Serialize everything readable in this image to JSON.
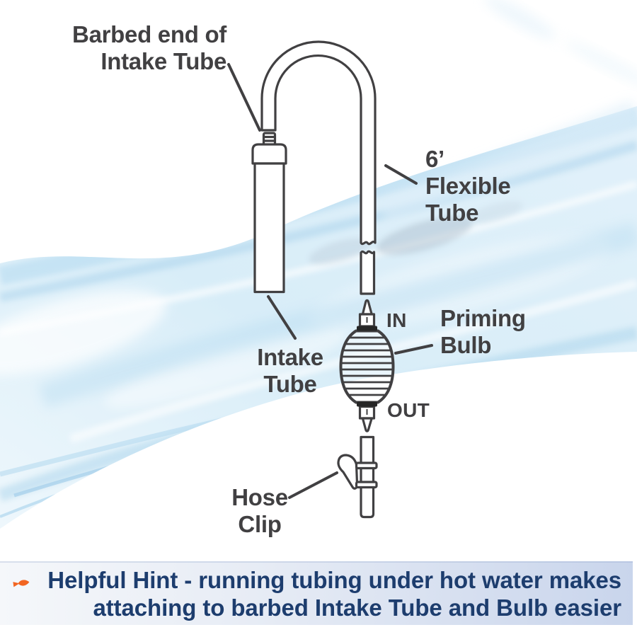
{
  "diagram": {
    "labels": {
      "barbed_end": {
        "line1": "Barbed end of",
        "line2": "Intake Tube"
      },
      "flexible_tube": {
        "line1": "6’",
        "line2": "Flexible",
        "line3": "Tube"
      },
      "intake_tube": {
        "line1": "Intake",
        "line2": "Tube"
      },
      "priming_bulb": {
        "line1": "Priming",
        "line2": "Bulb"
      },
      "inlet": "IN",
      "outlet": "OUT",
      "hose_clip": {
        "line1": "Hose",
        "line2": "Clip"
      }
    }
  },
  "hint": {
    "line1": "Helpful Hint - running tubing under hot water makes",
    "line2": "attaching to barbed Intake Tube and Bulb easier"
  },
  "colors": {
    "label_text": "#414042",
    "diagram_stroke": "#414042",
    "hint_text": "#1d3d6e",
    "fish_orange": "#f26522",
    "water_light": "#d8edf8",
    "water_mid": "#aed7ef",
    "water_deep": "#9ccbe8",
    "hint_band_left": "#f5f7fa",
    "hint_band_right": "#c9d5ec"
  }
}
